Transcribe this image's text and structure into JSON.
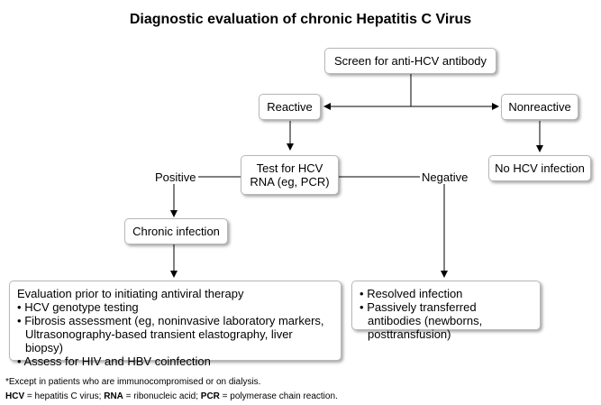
{
  "title": "Diagnostic evaluation of chronic Hepatitis C Virus",
  "nodes": {
    "screen": "Screen for anti-HCV antibody",
    "reactive": "Reactive",
    "nonreactive": "Nonreactive",
    "no_infection": "No HCV infection",
    "test_rna_line1": "Test for HCV",
    "test_rna_line2": "RNA (eg, PCR)",
    "chronic": "Chronic infection"
  },
  "edge_labels": {
    "positive": "Positive",
    "negative": "Negative"
  },
  "evaluation": {
    "heading": "Evaluation prior to initiating antiviral therapy",
    "items": [
      "HCV genotype testing",
      "Fibrosis assessment (eg, noninvasive laboratory markers, Ultrasonography-based transient elastography, liver biopsy)",
      "Assess for HIV and HBV coinfection"
    ]
  },
  "resolved": {
    "items": [
      "Resolved infection",
      "Passively transferred antibodies (newborns, posttransfusion)"
    ]
  },
  "footnotes": {
    "note": "*Except in patients who are immunocompromised or on dialysis.",
    "abbr": [
      {
        "term": "HCV",
        "def": " = hepatitis C virus; "
      },
      {
        "term": "RNA",
        "def": " = ribonucleic acid; "
      },
      {
        "term": "PCR",
        "def": " = polymerase chain reaction."
      }
    ]
  },
  "bullet": "•"
}
